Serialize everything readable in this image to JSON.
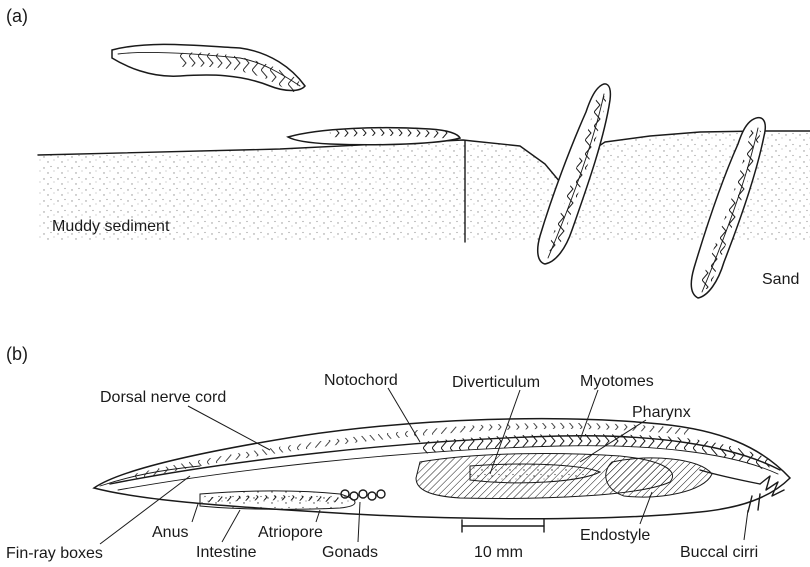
{
  "panels": [
    {
      "id": "a",
      "label": "(a)",
      "labels": [
        "Muddy sediment",
        "Sand"
      ]
    },
    {
      "id": "b",
      "label": "(b)",
      "labels": {
        "dorsal_nerve_cord": "Dorsal nerve cord",
        "notochord": "Notochord",
        "diverticulum": "Diverticulum",
        "myotomes": "Myotomes",
        "pharynx": "Pharynx",
        "fin_ray_boxes": "Fin-ray boxes",
        "anus": "Anus",
        "intestine": "Intestine",
        "atriopore": "Atriopore",
        "gonads": "Gonads",
        "endostyle": "Endostyle",
        "buccal_cirri": "Buccal cirri"
      },
      "scale_bar": "10 mm"
    }
  ]
}
